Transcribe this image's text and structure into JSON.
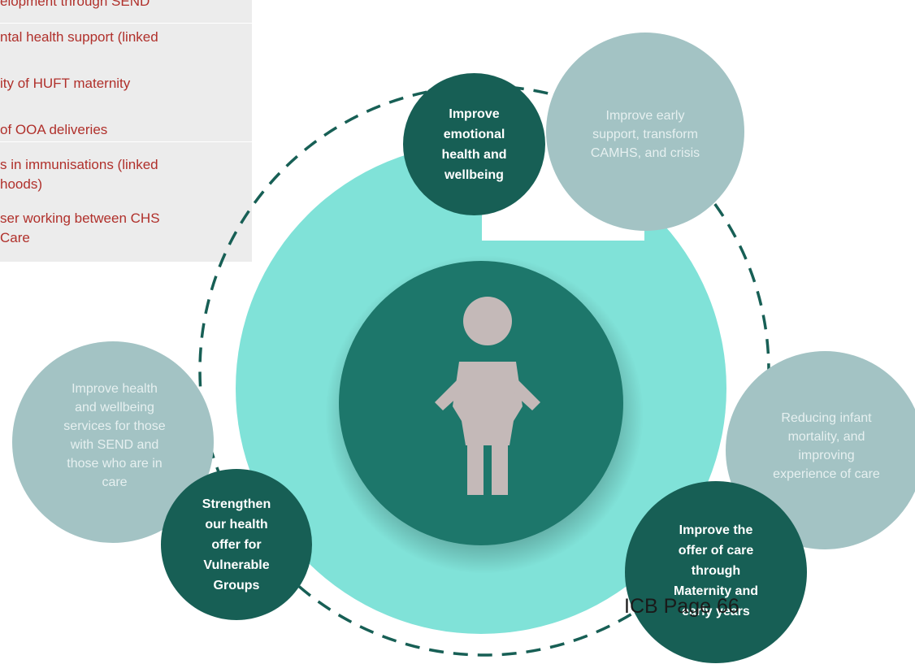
{
  "panel": {
    "lines": [
      "elopment through SEND",
      "ntal health support (linked",
      "ity of HUFT maternity",
      "of OOA deliveries",
      "s in immunisations (linked",
      "hoods)",
      "ser working between CHS",
      "Care"
    ]
  },
  "center": {
    "icon": "child-figure-icon"
  },
  "outer_bubbles": {
    "camhs": "Improve early support, transform CAMHS, and crisis",
    "infant": "Reducing infant mortality, and improving experience of care",
    "send": "Improve health and wellbeing services for those with SEND and those who are in care"
  },
  "priorities": {
    "emotional": "Improve emotional health and wellbeing",
    "vulnerable": "Strengthen our health offer for Vulnerable Groups",
    "maternity": "Improve the offer of care through Maternity and early years"
  },
  "footer": {
    "label": "ICB Page 66"
  },
  "colors": {
    "pale_bubble": "#a3c3c4",
    "dark_bubble": "#175f55",
    "center_circle": "#1d776b",
    "aqua_ring": "#80e2d8",
    "figure": "#c4b9b8",
    "panel_text": "#b0302b"
  }
}
